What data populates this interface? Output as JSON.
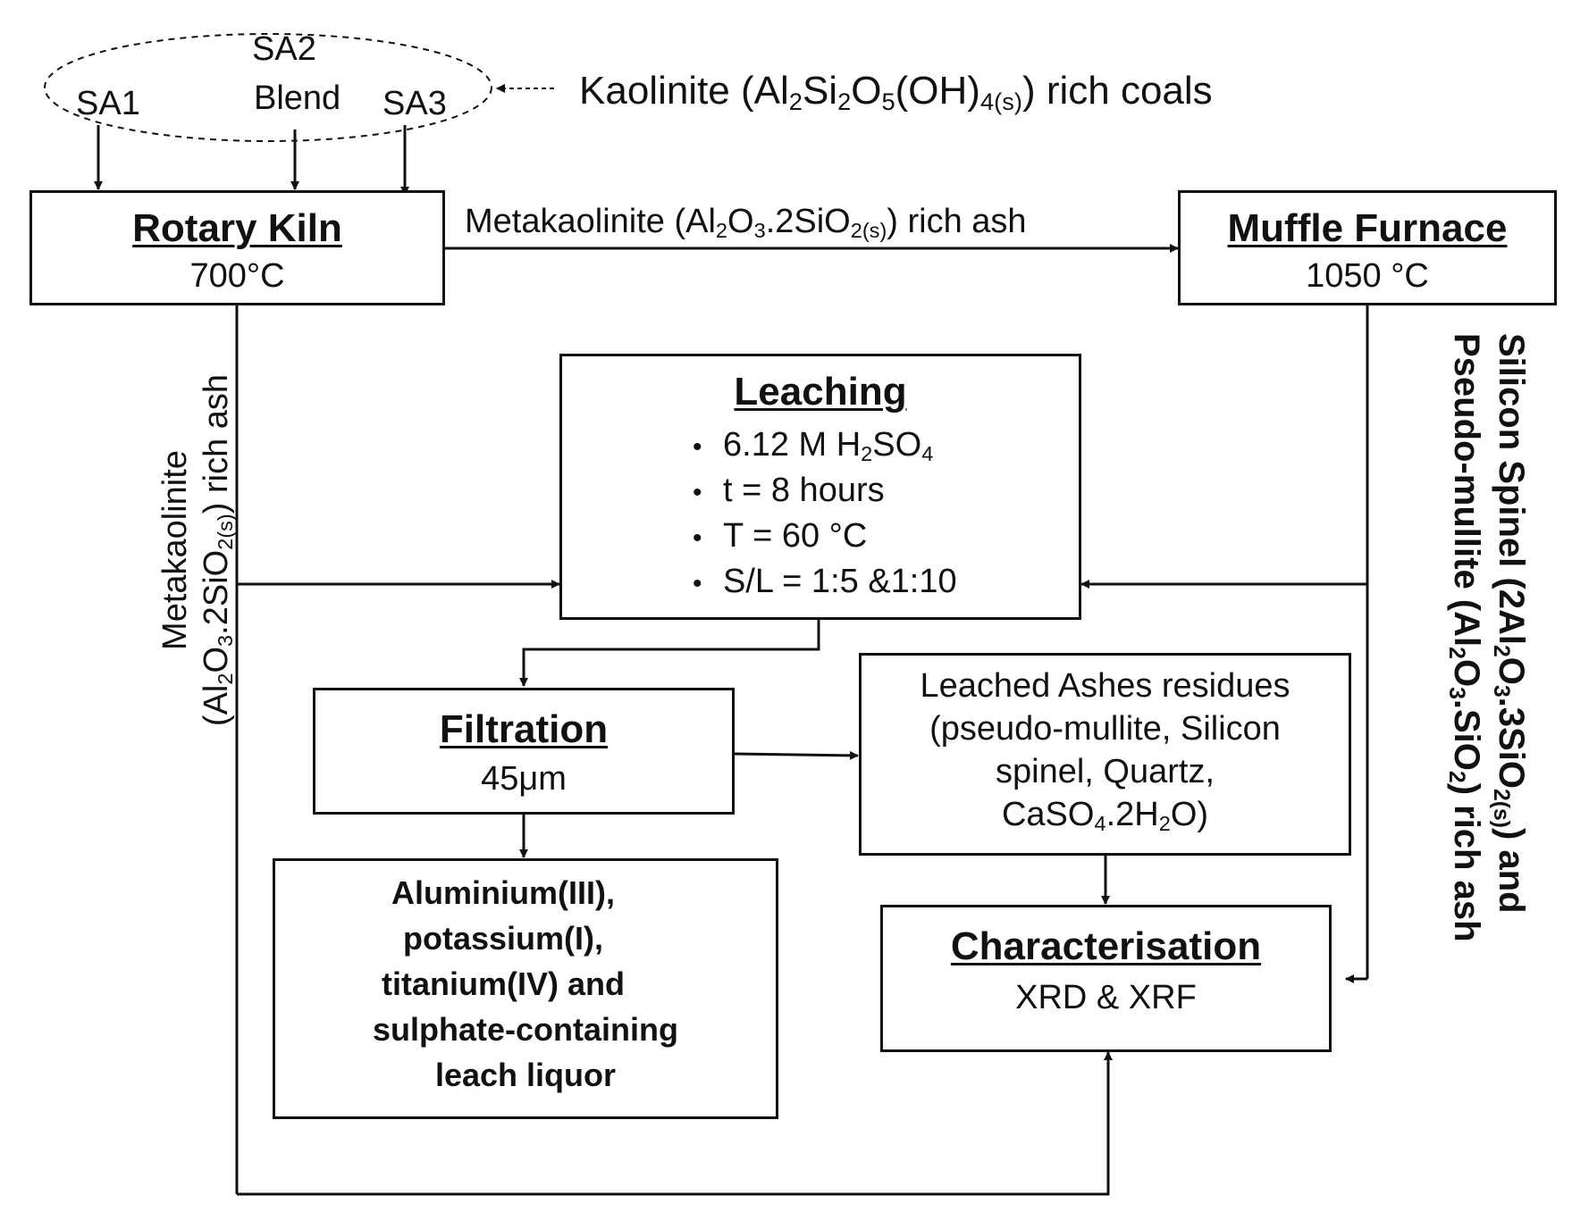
{
  "source_group": {
    "items": [
      "SA1",
      "SA2",
      "Blend",
      "SA3"
    ],
    "kaolinite_label": {
      "pre": "Kaolinite (Al",
      "s1": "2",
      "m1": "Si",
      "s2": "2",
      "m2": "O",
      "s3": "5",
      "m3": "(OH)",
      "s4": "4(s)",
      "post": ") rich coals"
    }
  },
  "rotary_kiln": {
    "title": "Rotary Kiln",
    "temp": "700°C"
  },
  "muffle_furnace": {
    "title": "Muffle Furnace",
    "temp": "1050 °C"
  },
  "kiln_to_furnace_label": {
    "pre": "Metakaolinite (Al",
    "s1": "2",
    "m1": "O",
    "s2": "3",
    "m2": ".2SiO",
    "s3": "2(s)",
    "post": ") rich ash"
  },
  "left_vertical_label": {
    "line1": "Metakaolinite",
    "line2_pre": "(Al",
    "s1": "2",
    "m1": "O",
    "s2": "3",
    "m2": ".2SiO",
    "s3": "2(s)",
    "post": ") rich ash"
  },
  "right_vertical_label": {
    "line1_pre": "Silicon Spinel (2Al",
    "s1": "2",
    "m1": "O",
    "s2": "3",
    "m2": ".3SiO",
    "s3": "2(s)",
    "line1_post": ") and",
    "line2_pre": "Pseudo-mullite (Al",
    "s4": "2",
    "m3": "O",
    "s5": "3",
    "m4": ".SiO",
    "s6": "2",
    "line2_post": ")",
    "line2_tail": " rich ash"
  },
  "leaching": {
    "title": "Leaching",
    "p1_pre": "6.12 M H",
    "p1_s1": "2",
    "p1_m": "SO",
    "p1_s2": "4",
    "p2": "t = 8 hours",
    "p3": "T = 60 °C",
    "p4": "S/L = 1:5 &1:10"
  },
  "filtration": {
    "title": "Filtration",
    "size": "45μm"
  },
  "residues": {
    "line1": "Leached Ashes residues",
    "line2": "(pseudo-mullite,  Silicon",
    "line3": "spinel, Quartz,",
    "line4_pre": "CaSO",
    "s1": "4",
    "m1": ".2H",
    "s2": "2",
    "post": "O)"
  },
  "liquor": {
    "line1": "Aluminium(III),",
    "line2": "potassium(I),",
    "line3": "titanium(IV) and",
    "line4": "sulphate-containing",
    "line5": "leach liquor"
  },
  "characterisation": {
    "title": "Characterisation",
    "methods": "XRD & XRF"
  }
}
